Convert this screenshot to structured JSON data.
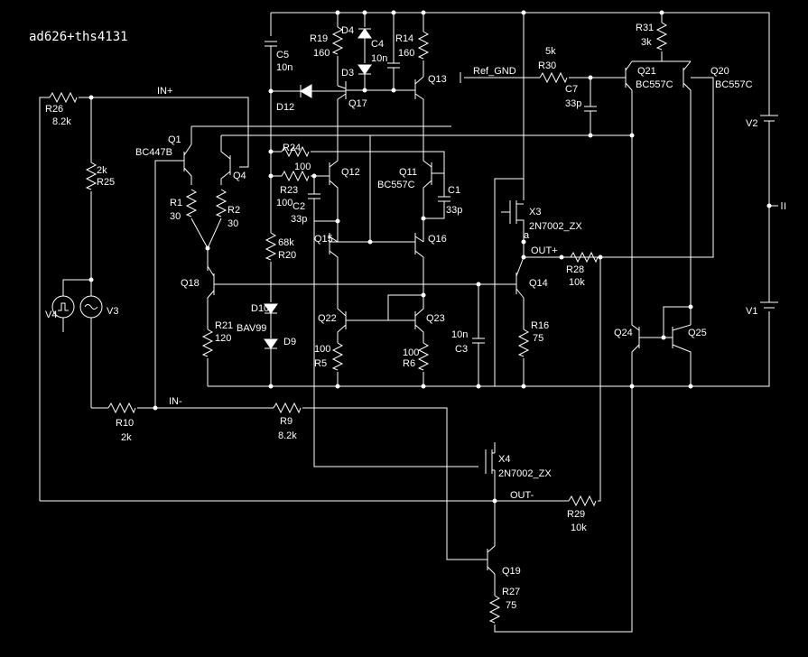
{
  "title": "ad626+ths4131",
  "colors": {
    "background": "#000000",
    "wire": "#ffffff"
  },
  "labels": [
    {
      "id": "R19",
      "text": "R19"
    },
    {
      "id": "R19v",
      "text": "160"
    },
    {
      "id": "D4",
      "text": "D4"
    },
    {
      "id": "C4",
      "text": "C4"
    },
    {
      "id": "C4v",
      "text": "10n"
    },
    {
      "id": "R14",
      "text": "R14"
    },
    {
      "id": "R14v",
      "text": "160"
    },
    {
      "id": "D3",
      "text": "D3"
    },
    {
      "id": "Q13",
      "text": "Q13"
    },
    {
      "id": "C5",
      "text": "C5"
    },
    {
      "id": "C5v",
      "text": "10n"
    },
    {
      "id": "Ref",
      "text": "Ref_GND"
    },
    {
      "id": "R30v",
      "text": "5k"
    },
    {
      "id": "R30",
      "text": "R30"
    },
    {
      "id": "C7",
      "text": "C7"
    },
    {
      "id": "C7v",
      "text": "33p"
    },
    {
      "id": "R31",
      "text": "R31"
    },
    {
      "id": "R31v",
      "text": "3k"
    },
    {
      "id": "Q21",
      "text": "Q21"
    },
    {
      "id": "Q21v",
      "text": "BC557C"
    },
    {
      "id": "Q20",
      "text": "Q20"
    },
    {
      "id": "Q20v",
      "text": "BC557C"
    },
    {
      "id": "IN+",
      "text": "IN+"
    },
    {
      "id": "R26",
      "text": "R26"
    },
    {
      "id": "R26v",
      "text": "8.2k"
    },
    {
      "id": "D12",
      "text": "D12"
    },
    {
      "id": "Q17",
      "text": "Q17"
    },
    {
      "id": "V2",
      "text": "V2"
    },
    {
      "id": "Q1",
      "text": "Q1"
    },
    {
      "id": "Q1v",
      "text": "BC447B"
    },
    {
      "id": "R25v",
      "text": "2k"
    },
    {
      "id": "R25",
      "text": "R25"
    },
    {
      "id": "R24",
      "text": "R24"
    },
    {
      "id": "R24v",
      "text": "100"
    },
    {
      "id": "Q12",
      "text": "Q12"
    },
    {
      "id": "Q11",
      "text": "Q11"
    },
    {
      "id": "Q11v",
      "text": "BC557C"
    },
    {
      "id": "Q4",
      "text": "Q4"
    },
    {
      "id": "R23",
      "text": "R23"
    },
    {
      "id": "R23v",
      "text": "100"
    },
    {
      "id": "C2",
      "text": "C2"
    },
    {
      "id": "C2v",
      "text": "33p"
    },
    {
      "id": "C1",
      "text": "C1"
    },
    {
      "id": "C1v",
      "text": "33p"
    },
    {
      "id": "X3",
      "text": "X3"
    },
    {
      "id": "X3v",
      "text": "2N7002_ZX"
    },
    {
      "id": "R1",
      "text": "R1"
    },
    {
      "id": "R1v",
      "text": "30"
    },
    {
      "id": "R2",
      "text": "R2"
    },
    {
      "id": "R2v",
      "text": "30"
    },
    {
      "id": "I",
      "text": "I"
    },
    {
      "id": "Q15",
      "text": "Q15"
    },
    {
      "id": "Q16",
      "text": "Q16"
    },
    {
      "id": "a",
      "text": "a"
    },
    {
      "id": "R20v",
      "text": "68k"
    },
    {
      "id": "R20",
      "text": "R20"
    },
    {
      "id": "OUT+",
      "text": "OUT+"
    },
    {
      "id": "R28",
      "text": "R28"
    },
    {
      "id": "R28v",
      "text": "10k"
    },
    {
      "id": "Q18",
      "text": "Q18"
    },
    {
      "id": "Q14",
      "text": "Q14"
    },
    {
      "id": "V4",
      "text": "V4"
    },
    {
      "id": "V3",
      "text": "V3"
    },
    {
      "id": "D10",
      "text": "D10"
    },
    {
      "id": "V1",
      "text": "V1"
    },
    {
      "id": "Q22",
      "text": "Q22"
    },
    {
      "id": "Q23",
      "text": "Q23"
    },
    {
      "id": "R21",
      "text": "R21"
    },
    {
      "id": "R21v",
      "text": "120"
    },
    {
      "id": "BAV99",
      "text": "BAV99"
    },
    {
      "id": "C3v",
      "text": "10n"
    },
    {
      "id": "C3",
      "text": "C3"
    },
    {
      "id": "R16",
      "text": "R16"
    },
    {
      "id": "R16v",
      "text": "75"
    },
    {
      "id": "Q24",
      "text": "Q24"
    },
    {
      "id": "Q25",
      "text": "Q25"
    },
    {
      "id": "D9",
      "text": "D9"
    },
    {
      "id": "R5v",
      "text": "100"
    },
    {
      "id": "R5",
      "text": "R5"
    },
    {
      "id": "R6v",
      "text": "100"
    },
    {
      "id": "R6",
      "text": "R6"
    },
    {
      "id": "IN-",
      "text": "IN-"
    },
    {
      "id": "R10",
      "text": "R10"
    },
    {
      "id": "R10v",
      "text": "2k"
    },
    {
      "id": "R9",
      "text": "R9"
    },
    {
      "id": "R9v",
      "text": "8.2k"
    },
    {
      "id": "X4",
      "text": "X4"
    },
    {
      "id": "X4v",
      "text": "2N7002_ZX"
    },
    {
      "id": "OUT-",
      "text": "OUT-"
    },
    {
      "id": "R29",
      "text": "R29"
    },
    {
      "id": "R29v",
      "text": "10k"
    },
    {
      "id": "Q19",
      "text": "Q19"
    },
    {
      "id": "R27",
      "text": "R27"
    },
    {
      "id": "R27v",
      "text": "75"
    }
  ]
}
